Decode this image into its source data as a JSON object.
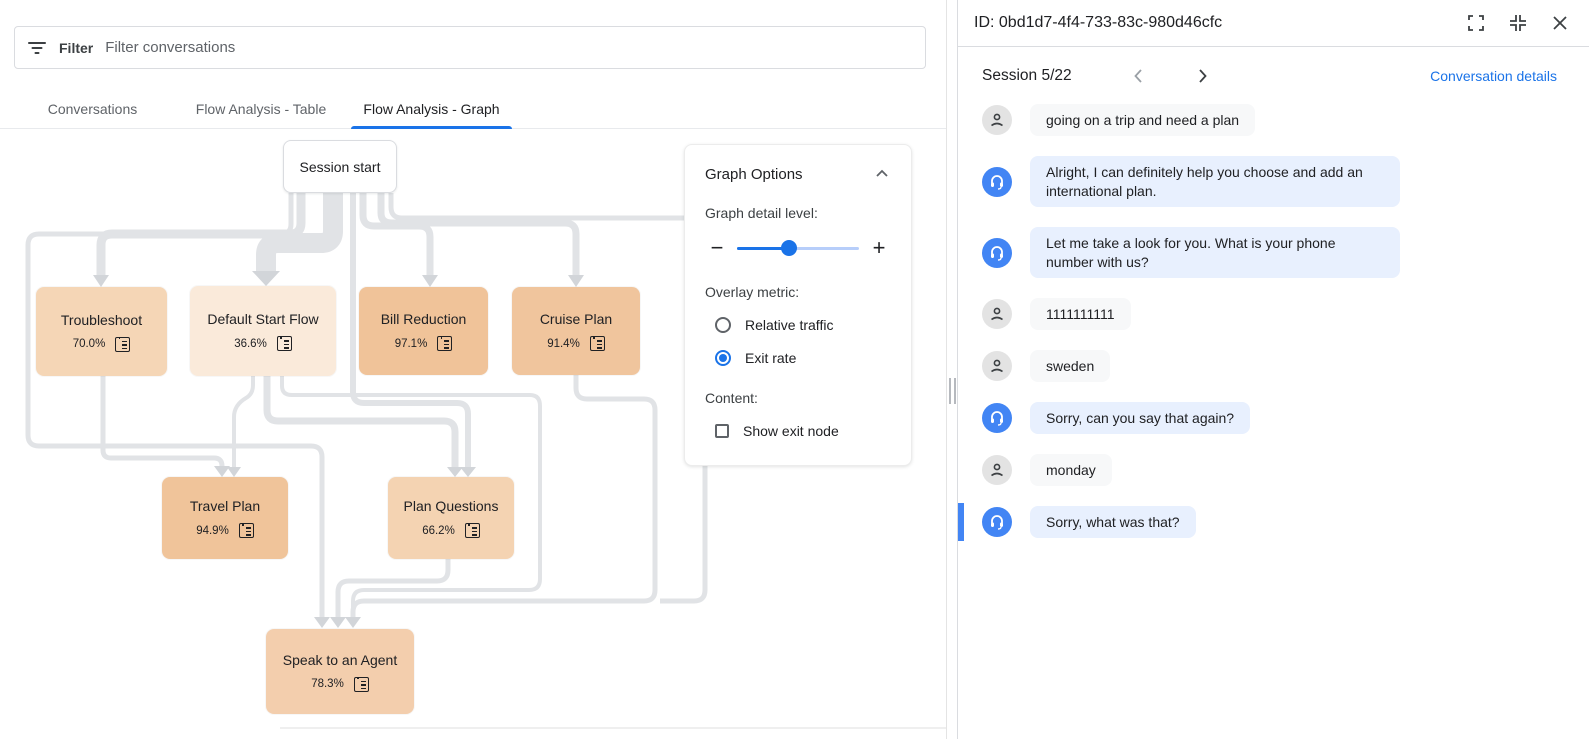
{
  "filter_bar": {
    "label": "Filter",
    "placeholder": "Filter conversations"
  },
  "tabs": [
    {
      "label": "Conversations",
      "active": false
    },
    {
      "label": "Flow Analysis - Table",
      "active": false
    },
    {
      "label": "Flow Analysis - Graph",
      "active": true
    }
  ],
  "graph_options": {
    "title": "Graph Options",
    "detail_label": "Graph detail level:",
    "slider_value_pct": 46,
    "overlay_label": "Overlay metric:",
    "radios": [
      {
        "label": "Relative traffic",
        "selected": false
      },
      {
        "label": "Exit rate",
        "selected": true
      }
    ],
    "content_label": "Content:",
    "checkbox_label": "Show exit node",
    "checkbox_checked": false
  },
  "flow_graph": {
    "overlay_metric": "Exit rate",
    "nodes": [
      {
        "id": "session-start",
        "label": "Session start",
        "exit_rate": "",
        "color": "#ffffff"
      },
      {
        "id": "troubleshoot",
        "label": "Troubleshoot",
        "exit_rate": "70.0%",
        "color": "#f5d6b6"
      },
      {
        "id": "default-start-flow",
        "label": "Default Start Flow",
        "exit_rate": "36.6%",
        "color": "#faeada"
      },
      {
        "id": "bill-reduction",
        "label": "Bill Reduction",
        "exit_rate": "97.1%",
        "color": "#f0c399"
      },
      {
        "id": "cruise-plan",
        "label": "Cruise Plan",
        "exit_rate": "91.4%",
        "color": "#f0c59d"
      },
      {
        "id": "travel-plan",
        "label": "Travel Plan",
        "exit_rate": "94.9%",
        "color": "#f0c49a"
      },
      {
        "id": "plan-questions",
        "label": "Plan Questions",
        "exit_rate": "66.2%",
        "color": "#f4d3b2"
      },
      {
        "id": "speak-to-an-agent",
        "label": "Speak to an Agent",
        "exit_rate": "78.3%",
        "color": "#f3cead"
      }
    ],
    "edges": [
      {
        "from": "session-start",
        "to": "troubleshoot"
      },
      {
        "from": "session-start",
        "to": "default-start-flow"
      },
      {
        "from": "session-start",
        "to": "bill-reduction"
      },
      {
        "from": "session-start",
        "to": "cruise-plan"
      },
      {
        "from": "session-start",
        "to": "speak-to-an-agent"
      },
      {
        "from": "session-start",
        "to": "plan-questions"
      },
      {
        "from": "troubleshoot",
        "to": "travel-plan"
      },
      {
        "from": "default-start-flow",
        "to": "travel-plan"
      },
      {
        "from": "default-start-flow",
        "to": "plan-questions"
      },
      {
        "from": "default-start-flow",
        "to": "speak-to-an-agent"
      },
      {
        "from": "plan-questions",
        "to": "speak-to-an-agent"
      },
      {
        "from": "cruise-plan",
        "to": "speak-to-an-agent"
      }
    ]
  },
  "details_panel": {
    "id_label": "ID: 0bd1d7-4f4-733-83c-980d46cfc",
    "session_label": "Session 5/22",
    "link_label": "Conversation details",
    "messages": [
      {
        "role": "user",
        "text": "going on a trip and need a plan",
        "highlighted": false
      },
      {
        "role": "bot",
        "text": "Alright, I can definitely help you choose and add an international plan.",
        "highlighted": false
      },
      {
        "role": "bot",
        "text": "Let me take a look for you. What is your phone number with us?",
        "highlighted": false
      },
      {
        "role": "user",
        "text": "1111111111",
        "highlighted": false
      },
      {
        "role": "user",
        "text": "sweden",
        "highlighted": false
      },
      {
        "role": "bot",
        "text": "Sorry, can you say that again?",
        "highlighted": false
      },
      {
        "role": "user",
        "text": "monday",
        "highlighted": false
      },
      {
        "role": "bot",
        "text": "Sorry, what was that?",
        "highlighted": true
      }
    ]
  },
  "colors": {
    "accent_blue": "#1a73e8",
    "bot_avatar_blue": "#4285f4",
    "bot_bubble": "#e8f0fe",
    "user_bubble": "#f7f8f9",
    "edge_gray": "#e1e3e6"
  }
}
